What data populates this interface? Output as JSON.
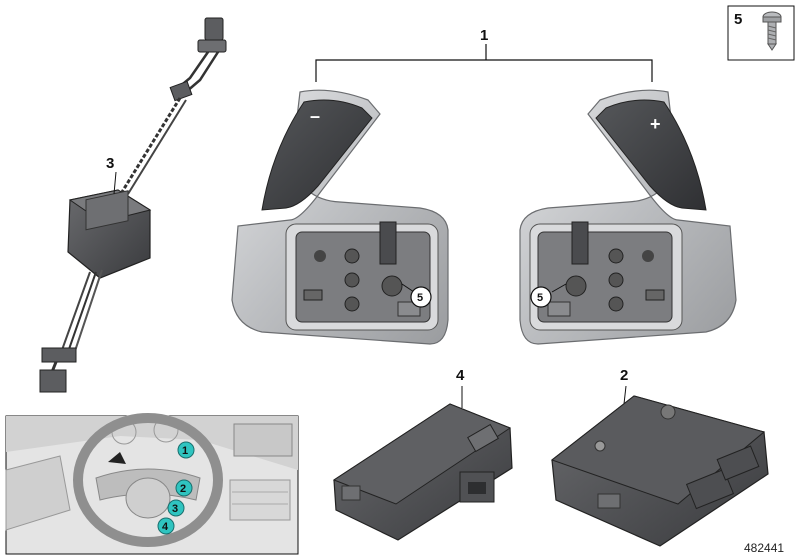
{
  "callouts": {
    "assembly": "1",
    "module_right": "2",
    "harness": "3",
    "module_left": "4",
    "screw_box": "5",
    "screw_left_paddle": "5",
    "screw_right_paddle": "5"
  },
  "paddles": {
    "minus_sign": "–",
    "plus_sign": "+"
  },
  "inset": {
    "markers": [
      "1",
      "2",
      "3",
      "4"
    ],
    "marker_color": "#2fc4c0"
  },
  "catalog_number": "482441",
  "colors": {
    "paddle_silver": "#c9cacc",
    "paddle_dark": "#3f4043",
    "module_dark": "#4b4c4f",
    "line": "#111111"
  }
}
